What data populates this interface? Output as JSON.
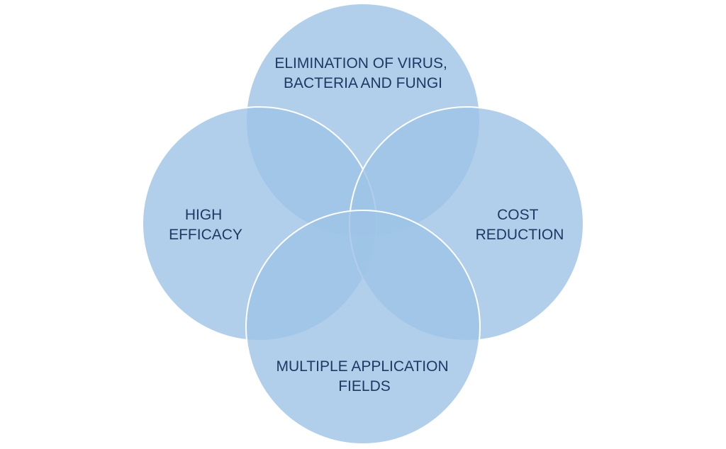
{
  "diagram": {
    "fill_color": "#9DC3E6",
    "outline_color": "#FFFFFF",
    "text_color": "#1F3864",
    "circles": [
      {
        "id": "top",
        "lines": [
          "ELIMINATION OF VIRUS,",
          "BACTERIA AND FUNGI"
        ]
      },
      {
        "id": "left",
        "lines": [
          "HIGH",
          "EFFICACY"
        ]
      },
      {
        "id": "right",
        "lines": [
          "COST",
          "REDUCTION"
        ]
      },
      {
        "id": "bottom",
        "lines": [
          "MULTIPLE APPLICATION",
          "FIELDS"
        ]
      }
    ]
  }
}
